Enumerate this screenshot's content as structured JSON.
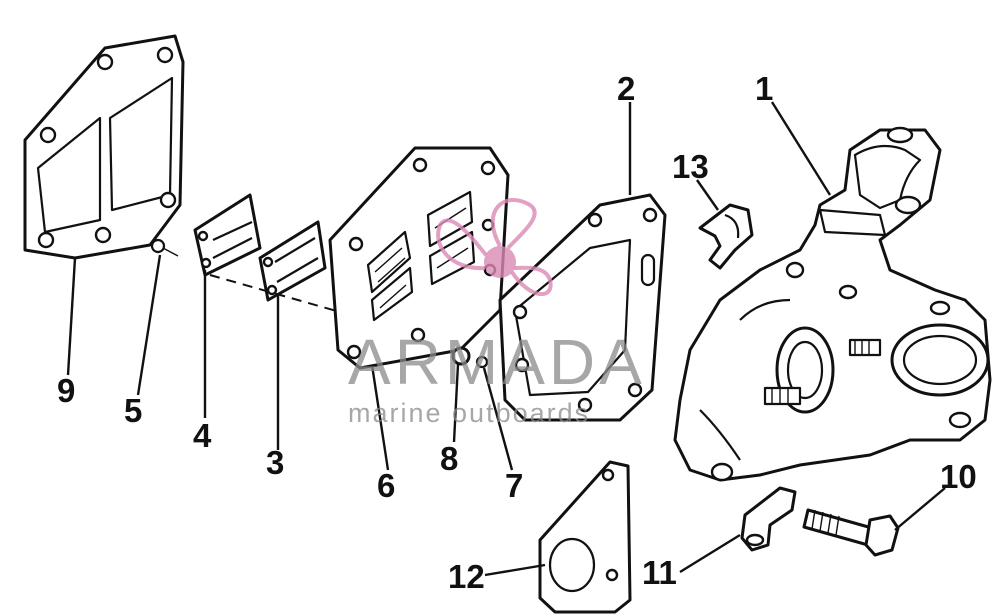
{
  "diagram": {
    "callouts": [
      {
        "id": "1",
        "label": "1"
      },
      {
        "id": "2",
        "label": "2"
      },
      {
        "id": "3",
        "label": "3"
      },
      {
        "id": "4",
        "label": "4"
      },
      {
        "id": "5",
        "label": "5"
      },
      {
        "id": "6",
        "label": "6"
      },
      {
        "id": "7",
        "label": "7"
      },
      {
        "id": "8",
        "label": "8"
      },
      {
        "id": "9",
        "label": "9"
      },
      {
        "id": "10",
        "label": "10"
      },
      {
        "id": "11",
        "label": "11"
      },
      {
        "id": "12",
        "label": "12"
      },
      {
        "id": "13",
        "label": "13"
      }
    ]
  },
  "watermark": {
    "title": "ARMADA",
    "subtitle": "marine outboards",
    "logo_color": "#d98ab4"
  }
}
